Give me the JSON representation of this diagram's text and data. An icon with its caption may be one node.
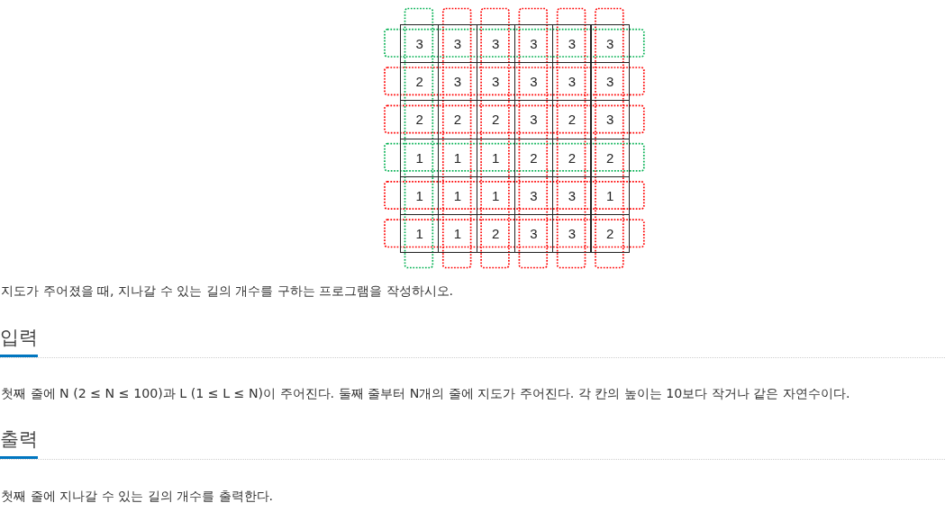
{
  "diagram": {
    "labels": [
      "3",
      "3",
      "3",
      "3",
      "3",
      "3",
      "2",
      "3",
      "3",
      "3",
      "3",
      "3",
      "2",
      "2",
      "2",
      "3",
      "2",
      "3",
      "1",
      "1",
      "1",
      "2",
      "2",
      "2",
      "1",
      "1",
      "1",
      "3",
      "3",
      "1",
      "1",
      "1",
      "2",
      "3",
      "3",
      "2",
      "지도가 주어졌을 때, 지나갈 수 있는 길의 개수를 구하는 프로그램을 작성하시오.",
      "입력",
      "첫째 줄에 N (2 ≤ N ≤ 100)과 L (1 ≤ L ≤ N)이 주어진다. 둘째 줄부터 N개의 줄에 지도가 주어진다. 각 칸의 높이는 10보다 작거나 같은 자연수이다.",
      "출력",
      "첫째 줄에 지나갈 수 있는 길의 개수를 출력한다."
    ]
  }
}
